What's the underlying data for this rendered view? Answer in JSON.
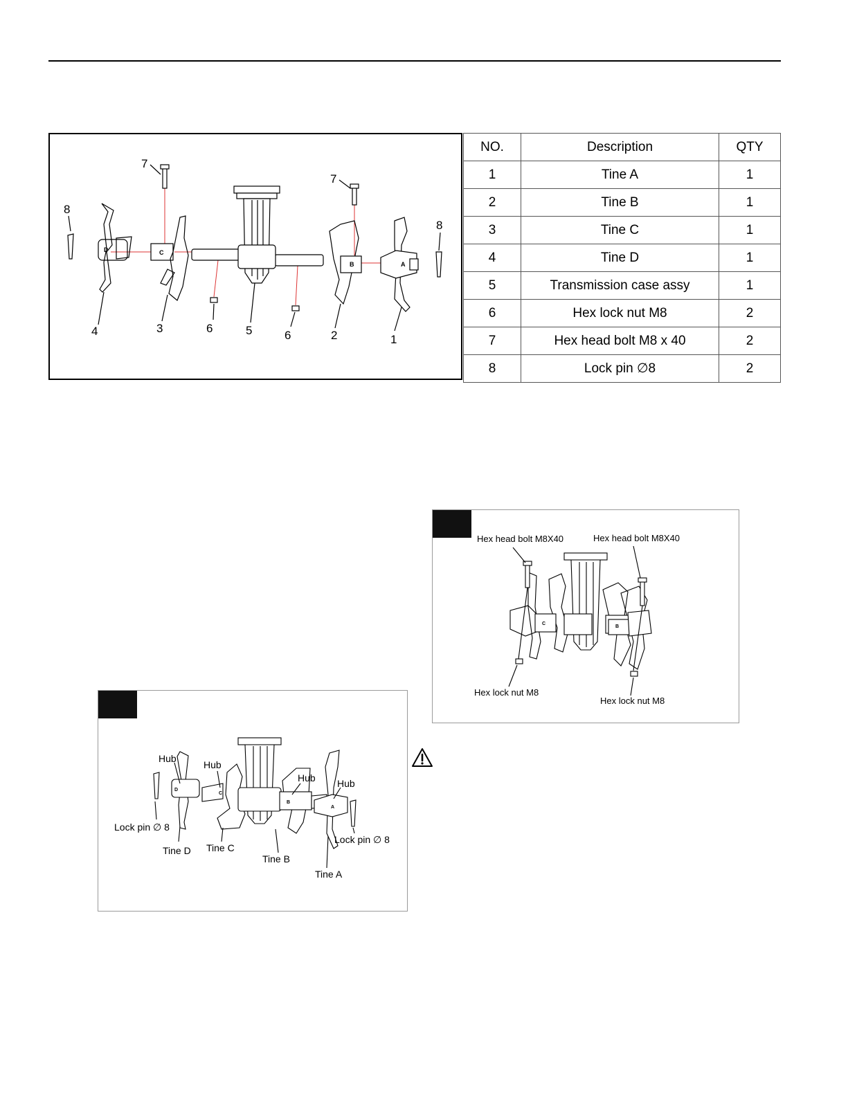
{
  "parts_table": {
    "headers": {
      "no": "NO.",
      "description": "Description",
      "qty": "QTY"
    },
    "rows": [
      {
        "no": "1",
        "description": "Tine  A",
        "qty": "1"
      },
      {
        "no": "2",
        "description": "Tine  B",
        "qty": "1"
      },
      {
        "no": "3",
        "description": "Tine  C",
        "qty": "1"
      },
      {
        "no": "4",
        "description": "Tine  D",
        "qty": "1"
      },
      {
        "no": "5",
        "description": "Transmission case assy",
        "qty": "1"
      },
      {
        "no": "6",
        "description": "Hex  lock  nut  M8",
        "qty": "2"
      },
      {
        "no": "7",
        "description": "Hex  head  bolt  M8 x 40",
        "qty": "2"
      },
      {
        "no": "8",
        "description": "Lock  pin  ∅8",
        "qty": "2"
      }
    ]
  },
  "exploded_callouts": {
    "c1": "1",
    "c2": "2",
    "c3": "3",
    "c4": "4",
    "c5": "5",
    "c6a": "6",
    "c6b": "6",
    "c7a": "7",
    "c7b": "7",
    "c8a": "8",
    "c8b": "8"
  },
  "figure_hubs": {
    "hub1": "Hub",
    "hub2": "Hub",
    "hub3": "Hub",
    "hub4": "Hub",
    "lock_pin_left": "Lock pin ∅ 8",
    "lock_pin_right": "Lock pin ∅ 8",
    "tine_d": "Tine D",
    "tine_c": "Tine C",
    "tine_b": "Tine B",
    "tine_a": "Tine A",
    "hub_letter_d": "D",
    "hub_letter_c": "C",
    "hub_letter_b": "B",
    "hub_letter_a": "A"
  },
  "figure_bolts": {
    "bolt_left": "Hex head bolt M8X40",
    "bolt_right": "Hex head bolt M8X40",
    "nut_left": "Hex lock nut M8",
    "nut_right": "Hex lock nut M8",
    "hub_letter_c": "C",
    "hub_letter_b": "B"
  },
  "exploded_hub_letters": {
    "d": "D",
    "c": "C",
    "b": "B",
    "a": "A"
  },
  "icons": {
    "warning": "warning-triangle-icon"
  }
}
